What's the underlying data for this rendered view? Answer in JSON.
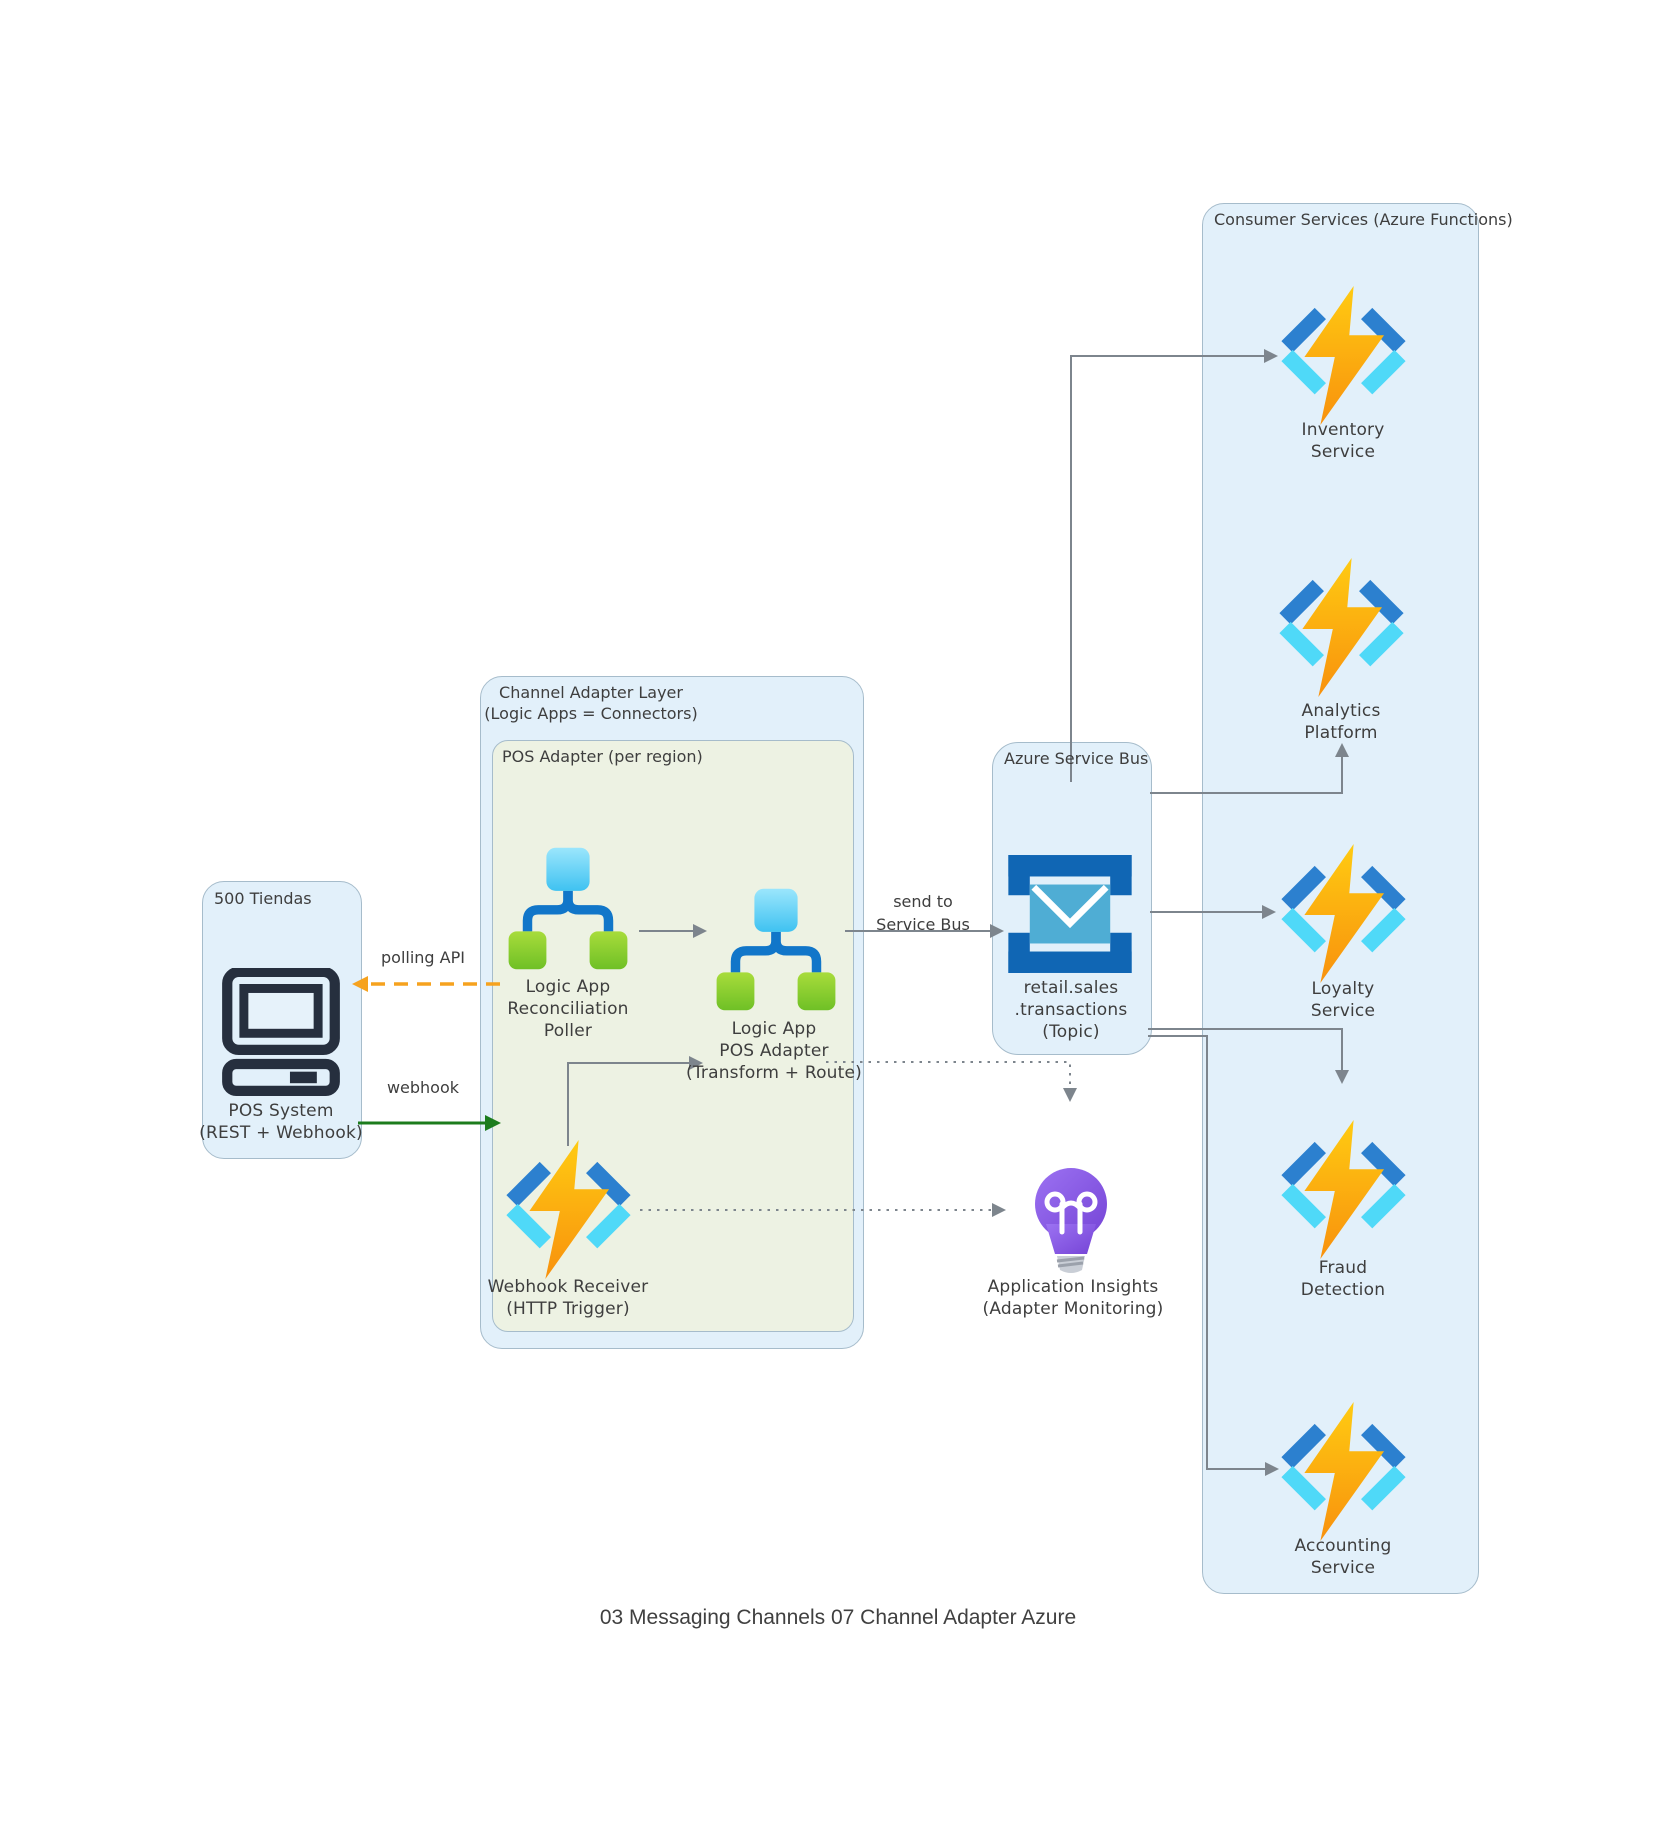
{
  "title": "03 Messaging Channels 07 Channel Adapter Azure",
  "groups": {
    "tiendas": {
      "title": "500 Tiendas"
    },
    "adapter": {
      "title": "Channel Adapter Layer\n(Logic Apps = Connectors)"
    },
    "pos_adapter": {
      "title": "POS Adapter (per region)"
    },
    "service_bus": {
      "title": "Azure Service Bus"
    },
    "consumer": {
      "title": "Consumer Services (Azure Functions)"
    }
  },
  "nodes": {
    "pos_system": {
      "label": "POS System\n(REST + Webhook)",
      "icon": "pos-terminal-icon"
    },
    "logic_poller": {
      "label": "Logic App\nReconciliation\nPoller",
      "icon": "logic-app-icon"
    },
    "logic_adapter": {
      "label": "Logic App\nPOS Adapter\n(Transform + Route)",
      "icon": "logic-app-icon"
    },
    "webhook_receiver": {
      "label": "Webhook Receiver\n(HTTP Trigger)",
      "icon": "azure-function-icon"
    },
    "topic": {
      "label": "retail.sales\n.transactions\n(Topic)",
      "icon": "service-bus-topic-icon"
    },
    "app_insights": {
      "label": "Application Insights\n(Adapter Monitoring)",
      "icon": "lightbulb-icon"
    },
    "inventory": {
      "label": "Inventory\nService",
      "icon": "azure-function-icon"
    },
    "analytics": {
      "label": "Analytics\nPlatform",
      "icon": "azure-function-icon"
    },
    "loyalty": {
      "label": "Loyalty\nService",
      "icon": "azure-function-icon"
    },
    "fraud": {
      "label": "Fraud\nDetection",
      "icon": "azure-function-icon"
    },
    "accounting": {
      "label": "Accounting\nService",
      "icon": "azure-function-icon"
    }
  },
  "edges": {
    "polling": {
      "label": "polling API",
      "style": "dashed-orange",
      "direction": "service-bus-adapter to POS system"
    },
    "webhook": {
      "label": "webhook",
      "style": "solid-green",
      "direction": "POS system to adapter"
    },
    "send": {
      "label": "send to\nService Bus",
      "style": "solid-gray",
      "direction": "POS adapter to topic"
    }
  },
  "colors": {
    "group_fill": "#E2F0FA",
    "inner_group_fill": "#EDF2E3",
    "group_border": "#A6BCCB",
    "line_gray": "#7D858D",
    "polling_orange": "#F6A21E",
    "webhook_green": "#1C7C1C",
    "bolt_yellow": "#FFCB12",
    "bolt_orange": "#F8910D",
    "bracket_blue": "#2C80CF",
    "bracket_cyan": "#4FD9F8",
    "logic_connector_blue": "#1176C9",
    "logic_green": "#8CCF31",
    "service_bus_blue": "#1066B4",
    "envelope_teal": "#4FADD4",
    "bulb_purple": "#8A5CE8",
    "terminal_navy": "#262F3E",
    "text": "#3E3E3E"
  }
}
